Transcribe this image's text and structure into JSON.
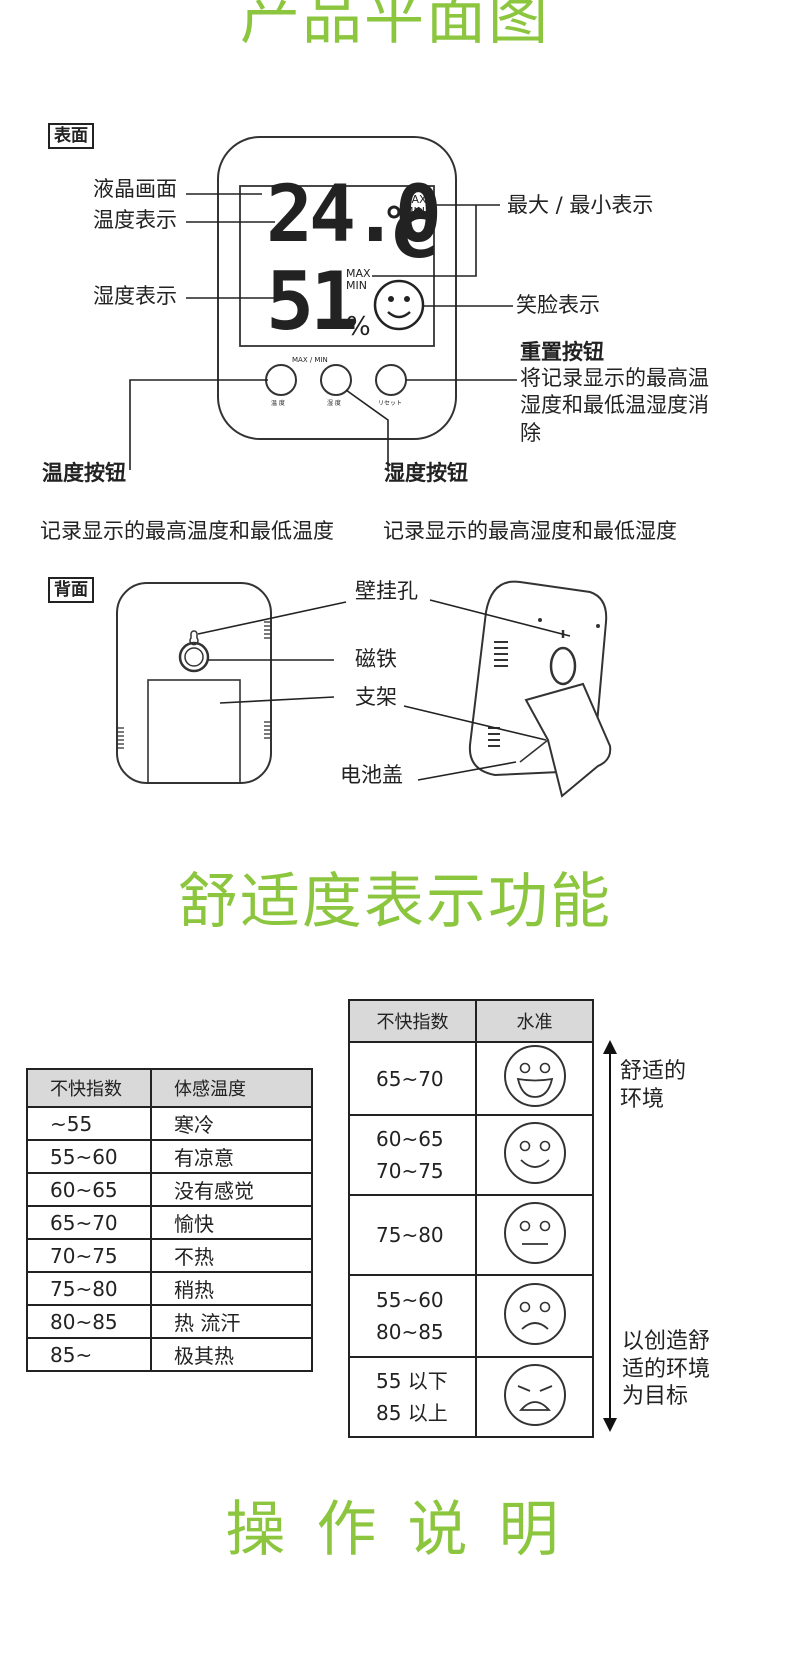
{
  "headings": {
    "product_plan": "产品平面图",
    "comfort": "舒适度表示功能",
    "operation": "操 作 说 明"
  },
  "front": {
    "tag": "表面",
    "lcd": "液晶画面",
    "temp_display": "温度表示",
    "humidity_display": "湿度表示",
    "maxmin_display": "最大 / 最小表示",
    "smile_display": "笑脸表示",
    "reset_title": "重置按钮",
    "reset_desc": "将记录显示的最高温湿度和最低温湿度消除",
    "temp_button": "温度按钮",
    "humidity_button": "湿度按钮",
    "temp_button_desc": "记录显示的最高温度和最低温度",
    "humidity_button_desc": "记录显示的最高湿度和最低湿度",
    "device": {
      "temp_value": "24.0",
      "temp_unit": "C",
      "humidity_value": "51",
      "humidity_unit": "%",
      "max": "MAX",
      "min": "MIN",
      "maxmin_small": "MAX / MIN",
      "btn_temp": "温 度",
      "btn_hum": "湿 度",
      "btn_reset": "リセット"
    }
  },
  "back": {
    "tag": "背面",
    "hang_hole": "壁挂孔",
    "magnet": "磁铁",
    "stand": "支架",
    "battery_cover": "电池盖"
  },
  "table1": {
    "headers": [
      "不快指数",
      "体感温度"
    ],
    "rows": [
      [
        "~55",
        "寒冷"
      ],
      [
        "55~60",
        "有凉意"
      ],
      [
        "60~65",
        "没有感觉"
      ],
      [
        "65~70",
        "愉快"
      ],
      [
        "70~75",
        "不热"
      ],
      [
        "75~80",
        "稍热"
      ],
      [
        "80~85",
        "热 流汗"
      ],
      [
        "85~",
        "极其热"
      ]
    ]
  },
  "table2": {
    "headers": [
      "不快指数",
      "水准"
    ],
    "rows": [
      {
        "lines": [
          "65~70"
        ],
        "face": "laughing-face-icon"
      },
      {
        "lines": [
          "60~65",
          "70~75"
        ],
        "face": "smiling-face-icon"
      },
      {
        "lines": [
          "75~80"
        ],
        "face": "neutral-face-icon"
      },
      {
        "lines": [
          "55~60",
          "80~85"
        ],
        "face": "frowning-face-icon"
      },
      {
        "lines": [
          "55 以下",
          "85 以上"
        ],
        "face": "sad-face-icon"
      }
    ]
  },
  "scale": {
    "top": "舒适的\n环境",
    "bottom": "以创造舒\n适的环境\n为目标"
  },
  "colors": {
    "heading_green": "#8cc63f",
    "header_gray": "#d9d9d9"
  }
}
